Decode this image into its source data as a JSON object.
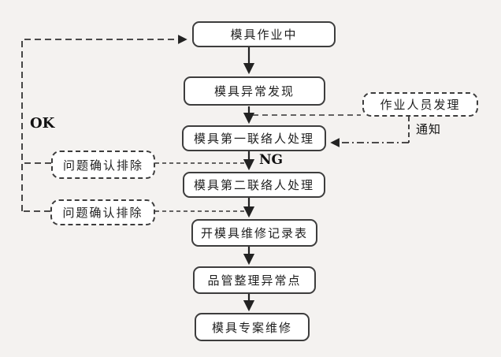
{
  "diagram": {
    "type": "flowchart",
    "language": "zh-CN",
    "nodes": {
      "mold_in_operation": {
        "label": "模具作业中",
        "style": "solid"
      },
      "abnormality_found": {
        "label": "模具异常发现",
        "style": "solid"
      },
      "operator_handling": {
        "label": "作业人员发理",
        "style": "dashed"
      },
      "first_contact_handling": {
        "label": "模具第一联络人处理",
        "style": "solid"
      },
      "issue_confirmed_resolved_1": {
        "label": "问题确认排除",
        "style": "dashed"
      },
      "second_contact_handling": {
        "label": "模具第二联络人处理",
        "style": "solid"
      },
      "issue_confirmed_resolved_2": {
        "label": "问题确认排除",
        "style": "dashed"
      },
      "open_repair_record": {
        "label": "开模具维修记录表",
        "style": "solid"
      },
      "qc_organize_abnormal_points": {
        "label": "品管整理异常点",
        "style": "solid"
      },
      "mold_special_repair": {
        "label": "模具专案维修",
        "style": "solid"
      }
    },
    "edge_labels": {
      "ok": "OK",
      "ng": "NG",
      "notify": "通知"
    },
    "flow": [
      "模具作业中 → 模具异常发现 → 模具第一联络人处理 → (NG) → 模具第二联络人处理 → 开模具维修记录表 → 品管整理异常点 → 模具专案维修",
      "作业人员发理 → (通知) → 模具第一联络人处理",
      "问题确认排除 → (OK) → 模具作业中"
    ],
    "colors": {
      "background": "#f4f2f0",
      "box_fill": "#ffffff",
      "line": "#333333",
      "text": "#1f1f1f"
    }
  }
}
